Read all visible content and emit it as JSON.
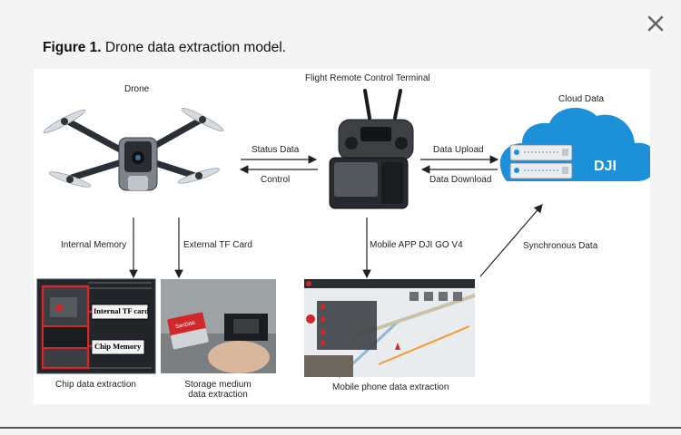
{
  "modal": {
    "close_glyph": "×"
  },
  "caption": {
    "label": "Figure 1.",
    "title": "Drone data extraction model."
  },
  "nodes": {
    "drone": "Drone",
    "flight_terminal": "Flight Remote Control Terminal",
    "cloud": "Cloud Data",
    "cloud_logo": "DJI"
  },
  "edges": {
    "status_data": "Status Data",
    "control": "Control",
    "data_upload": "Data Upload",
    "data_download": "Data Download",
    "internal_memory": "Internal Memory",
    "external_tf": "External TF Card",
    "mobile_app": "Mobile APP DJI GO V4",
    "synchronous": "Synchronous Data"
  },
  "photos": {
    "chip_label_1": "Internal TF card",
    "chip_label_2": "Chip Memory",
    "sd_brand": "SanDisk"
  },
  "outputs": {
    "chip": "Chip data extraction",
    "storage_line1": "Storage medium",
    "storage_line2": "data extraction",
    "mobile": "Mobile phone data extraction"
  },
  "colors": {
    "cloud_blue": "#1e90d8",
    "highlight_red": "#d0282a",
    "map_bg": "#e8ecee"
  }
}
